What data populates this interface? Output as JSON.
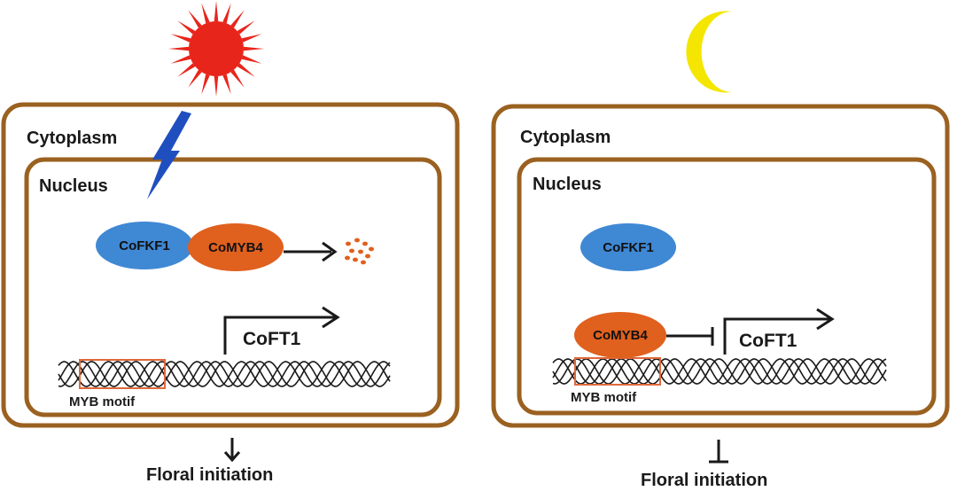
{
  "colors": {
    "membrane": "#9a6120",
    "fkf1": "#3f88d4",
    "myb4": "#e0601e",
    "sun": "#e8251b",
    "moon": "#f4e600",
    "lightning": "#1f4fbf",
    "motif_box": "#e0683a",
    "dna": "#1a1a1a"
  },
  "icons": [
    "sun-icon",
    "moon-icon",
    "lightning-icon",
    "degradation-fragments-icon",
    "dna-helix-icon"
  ],
  "day": {
    "cytoplasm_label": "Cytoplasm",
    "nucleus_label": "Nucleus",
    "fkf1_label": "CoFKF1",
    "myb4_label": "CoMYB4",
    "gene_label": "CoFT1",
    "motif_label": "MYB motif",
    "outcome_label": "Floral initiation"
  },
  "night": {
    "cytoplasm_label": "Cytoplasm",
    "nucleus_label": "Nucleus",
    "fkf1_label": "CoFKF1",
    "myb4_label": "CoMYB4",
    "gene_label": "CoFT1",
    "motif_label": "MYB motif",
    "outcome_label": "Floral initiation"
  }
}
